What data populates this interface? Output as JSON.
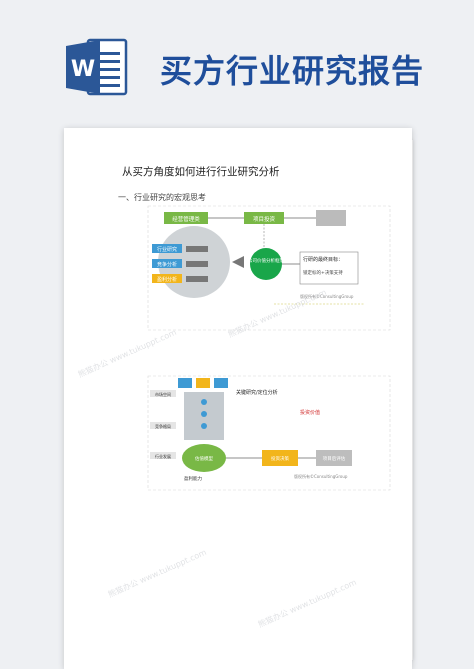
{
  "header": {
    "title": "买方行业研究报告",
    "icon": "word-icon"
  },
  "document": {
    "heading": "从买方角度如何进行行业研究分析",
    "section_heading": "一、行业研究的宏观思考",
    "diagram1": {
      "box_top_left": "经营管理类",
      "box_top_mid": "项目投资",
      "left_items": [
        "行业研究",
        "竞争分析",
        "盈利分析"
      ],
      "center_node": "公司价值分析框架",
      "callout_title": "行研的最终目标：",
      "callout_body": "锁定标的+决策支持",
      "footnote": "版权所有©ConsultingGroup"
    },
    "diagram2": {
      "top_label": "关键研究/定位分析",
      "right_red": "投资价值",
      "left_tags": [
        "市场空间",
        "竞争格局",
        "行业发展"
      ],
      "center_label": "估值模型",
      "bottom_label": "盈利能力",
      "right_box": "投资决策",
      "right_box2": "项目后评估",
      "footnote": "版权所有©ConsultingGroup"
    },
    "watermark_text": "熊猫办公 www.tukuppt.com"
  }
}
